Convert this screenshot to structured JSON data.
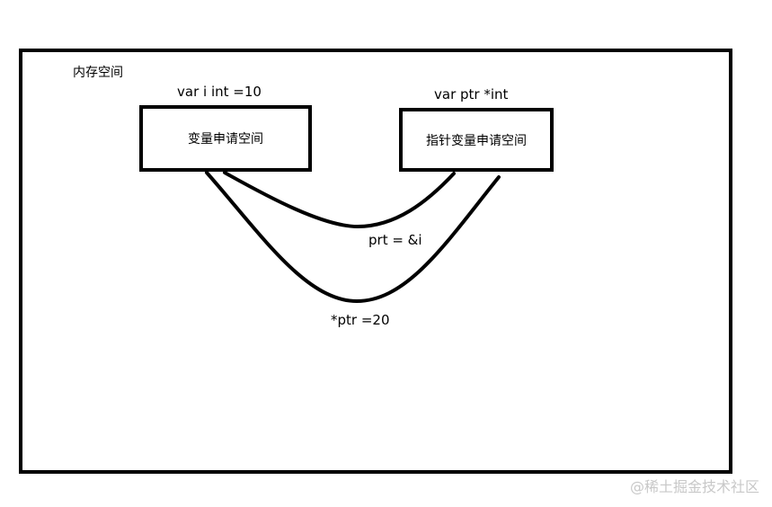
{
  "diagram": {
    "memory_label": "内存空间",
    "var_decl": "var i int =10",
    "ptr_decl": "var ptr *int",
    "var_box_label": "变量申请空间",
    "ptr_box_label": "指针变量申请空间",
    "assign_label": "prt = &i",
    "deref_label": "*ptr =20"
  },
  "watermark": "@稀土掘金技术社区"
}
